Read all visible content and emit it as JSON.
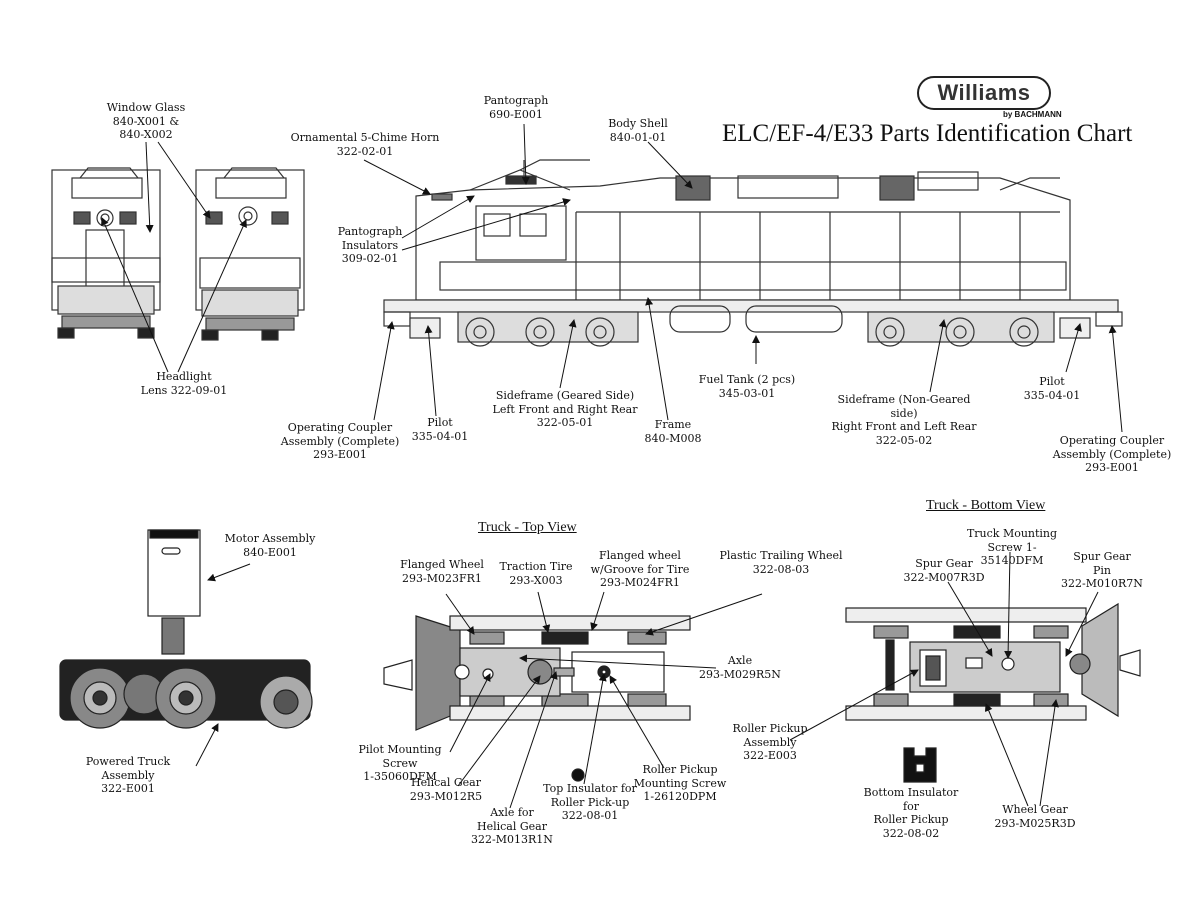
{
  "brand": {
    "logo": "Williams",
    "sub": "by BACHMANN"
  },
  "title": "ELC/EF-4/E33 Parts Identification Chart",
  "sections": {
    "truck_top": "Truck - Top View",
    "truck_bottom": "Truck - Bottom View"
  },
  "labels": {
    "window_glass": "Window Glass\n840-X001 &\n840-X002",
    "pantograph": "Pantograph\n690-E001",
    "horn": "Ornamental 5-Chime Horn\n322-02-01",
    "body_shell": "Body Shell\n840-01-01",
    "pantograph_insulators": "Pantograph\nInsulators\n309-02-01",
    "headlight": "Headlight\nLens 322-09-01",
    "fuel_tank": "Fuel Tank (2 pcs)\n345-03-01",
    "sideframe_geared": "Sideframe (Geared Side)\nLeft Front and Right Rear\n322-05-01",
    "frame": "Frame\n840-M008",
    "pilot_left": "Pilot\n335-04-01",
    "coupler_left": "Operating Coupler\nAssembly (Complete)\n293-E001",
    "sideframe_nongeared": "Sideframe (Non-Geared side)\nRight Front and Left Rear\n322-05-02",
    "pilot_right": "Pilot\n335-04-01",
    "coupler_right": "Operating Coupler\nAssembly (Complete)\n293-E001",
    "motor": "Motor Assembly\n840-E001",
    "powered_truck": "Powered Truck Assembly\n322-E001",
    "flanged_wheel": "Flanged Wheel\n293-M023FR1",
    "traction_tire": "Traction Tire\n293-X003",
    "flanged_groove": "Flanged wheel\nw/Groove for Tire\n293-M024FR1",
    "plastic_trailing": "Plastic Trailing Wheel\n322-08-03",
    "axle": "Axle\n293-M029R5N",
    "pilot_screw": "Pilot Mounting Screw\n1-35060DFM",
    "helical_gear": "Helical Gear\n293-M012R5",
    "axle_helical": "Axle for\nHelical Gear\n322-M013R1N",
    "top_insulator": "Top Insulator for\nRoller Pick-up\n322-08-01",
    "roller_screw": "Roller Pickup\nMounting Screw\n1-26120DPM",
    "truck_screw": "Truck Mounting\nScrew 1-35140DFM",
    "spur_gear": "Spur Gear\n322-M007R3D",
    "spur_pin": "Spur Gear\nPin\n322-M010R7N",
    "roller_assembly": "Roller Pickup\nAssembly\n322-E003",
    "bottom_insulator": "Bottom Insulator for\nRoller Pickup\n322-08-02",
    "wheel_gear": "Wheel Gear\n293-M025R3D"
  }
}
